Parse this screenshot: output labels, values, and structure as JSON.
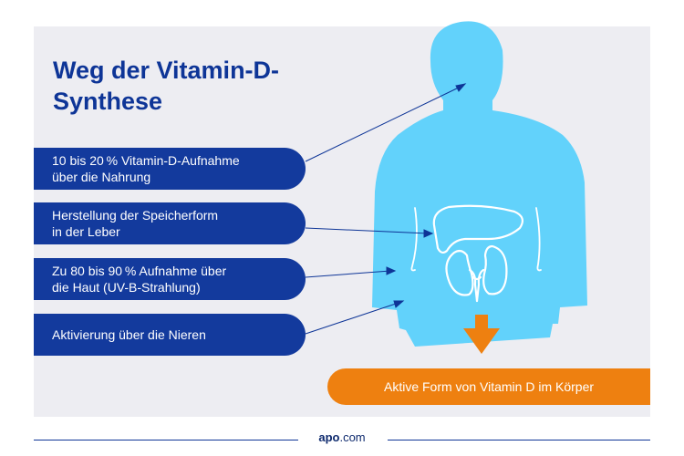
{
  "title": "Weg der Vitamin-D-Synthese",
  "steps": [
    {
      "line1": "10 bis 20 % Vitamin-D-Aufnahme",
      "line2": "über die Nahrung"
    },
    {
      "line1": "Herstellung der Speicherform",
      "line2": "in der Leber"
    },
    {
      "line1": "Zu 80 bis 90 % Aufnahme über",
      "line2": "die Haut (UV-B-Strahlung)"
    },
    {
      "line1": "Aktivierung über die Nieren",
      "line2": ""
    }
  ],
  "result": "Aktive Form von Vitamin D im Körper",
  "brand": {
    "name_bold": "apo",
    "name_rest": ".com"
  },
  "colors": {
    "panel_bg": "#ededf2",
    "label_blue": "#133a9d",
    "body_silhouette": "#62d2fb",
    "result_orange": "#ee8010",
    "title_blue": "#0e3597"
  },
  "icons": [
    "body-silhouette",
    "liver-icon",
    "kidneys-icon",
    "down-arrow-icon"
  ]
}
